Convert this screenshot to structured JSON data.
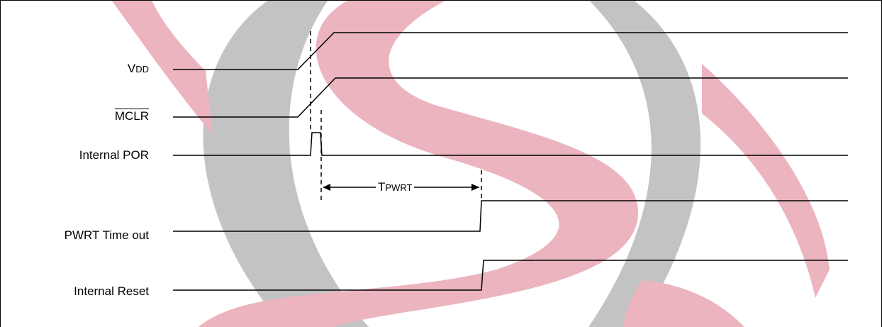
{
  "signals": {
    "vdd": {
      "prefix": "V",
      "subscript": "DD"
    },
    "mclr": {
      "label": "MCLR",
      "overline": true
    },
    "por": {
      "label": "Internal POR"
    },
    "pwrt": {
      "label": "PWRT Time out"
    },
    "reset": {
      "label": "Internal Reset"
    }
  },
  "timing": {
    "tpwrt": {
      "prefix": "T",
      "subscript": "PWRT"
    }
  },
  "colors": {
    "line": "#000000",
    "watermark_red": "#e8a7b4",
    "watermark_gray": "#b9b9b9"
  }
}
